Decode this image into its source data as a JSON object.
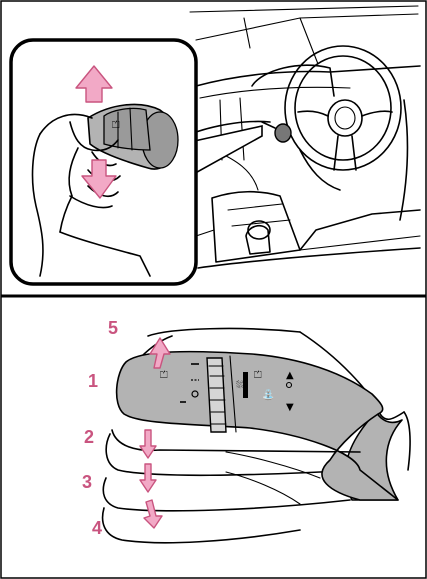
{
  "accent_color": "#c9547f",
  "arrow_fill": "#f2a9c6",
  "lever_color": "#b3b3b3",
  "top_panel": {
    "inset_arrows": [
      "up-arrow-icon",
      "down-arrow-icon"
    ]
  },
  "bottom_panel": {
    "position_labels": [
      "1",
      "2",
      "3",
      "4",
      "5"
    ]
  }
}
